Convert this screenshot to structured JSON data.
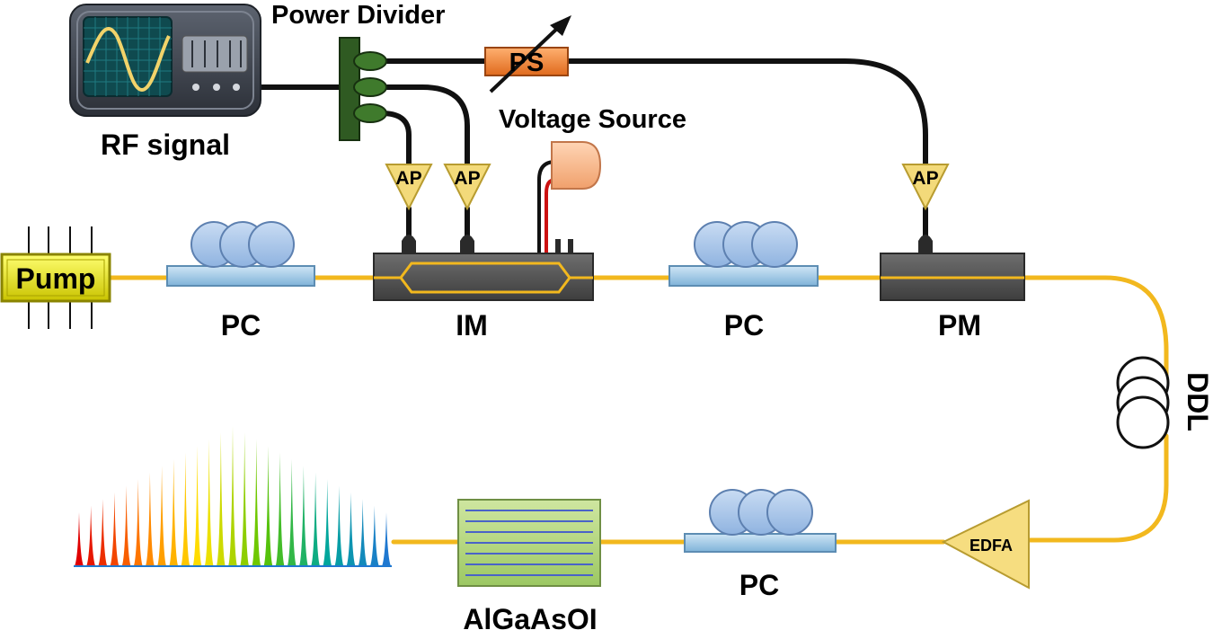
{
  "labels": {
    "rf_signal": "RF signal",
    "power_divider": "Power Divider",
    "phase_shifter": "PS",
    "voltage_source": "Voltage Source",
    "amplifier": "AP",
    "pump": "Pump",
    "polarization_controller": "PC",
    "intensity_modulator": "IM",
    "phase_modulator": "PM",
    "dispersive_delay_line": "DDL",
    "edfa": "EDFA",
    "chip": "AlGaAsOI"
  },
  "colors": {
    "fiber": "#f2b81e",
    "cable": "#111111",
    "pump": "#e8e800",
    "phase_shifter": "#f08a3a",
    "amplifier": "#f3da7a",
    "edfa": "#f6dd80",
    "pc_coil": "#a9c6ea",
    "pc_base": "#a6cfe8",
    "modulator": "#555555",
    "divider": "#2f5a22",
    "chip": "#b7d77f",
    "voltage_source": "#f6b98f"
  },
  "spectrum": {
    "line_count": 27,
    "palette": [
      "#e00000",
      "#ff7a00",
      "#ffe400",
      "#5cc400",
      "#00a89a",
      "#1f78d0"
    ]
  }
}
